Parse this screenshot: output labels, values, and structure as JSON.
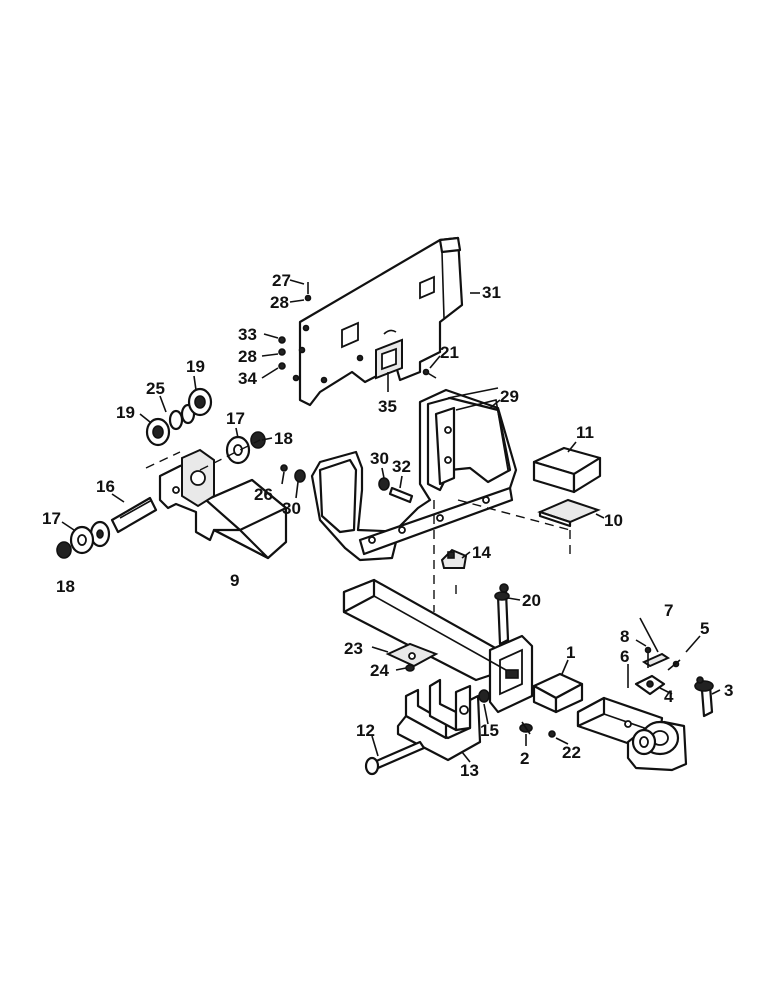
{
  "callouts": {
    "c1": "1",
    "c2": "2",
    "c3": "3",
    "c4": "4",
    "c5": "5",
    "c6": "6",
    "c7": "7",
    "c8": "8",
    "c9": "9",
    "c10": "10",
    "c11": "11",
    "c12": "12",
    "c13": "13",
    "c14": "14",
    "c15": "15",
    "c16": "16",
    "c17a": "17",
    "c17b": "17",
    "c18a": "18",
    "c18b": "18",
    "c19a": "19",
    "c19b": "19",
    "c20": "20",
    "c21": "21",
    "c22": "22",
    "c23": "23",
    "c24": "24",
    "c25": "25",
    "c26": "26",
    "c27": "27",
    "c28a": "28",
    "c28b": "28",
    "c29": "29",
    "c30a": "30",
    "c30b": "30",
    "c31": "31",
    "c32": "32",
    "c33": "33",
    "c34": "34",
    "c35": "35"
  },
  "colors": {
    "ink": "#111111",
    "paper": "#ffffff"
  }
}
